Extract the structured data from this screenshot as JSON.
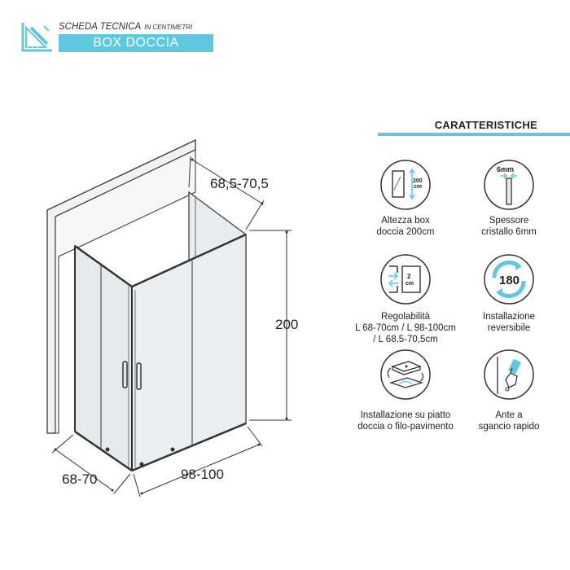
{
  "header": {
    "title": "SCHEDA TECNICA",
    "unit": "IN CENTIMETRI",
    "product": "BOX DOCCIA",
    "accent_color": "#5ec8e0"
  },
  "dimensions": {
    "depth_top": "68,5-70,5",
    "height": "200",
    "side_bottom": "68-70",
    "front_width": "98-100"
  },
  "features": {
    "title": "CARATTERISTICHE",
    "items": [
      {
        "icon": "height-icon",
        "lines": [
          "Altezza box",
          "doccia 200cm"
        ]
      },
      {
        "icon": "glass-thickness-icon",
        "lines": [
          "Spessore",
          "cristallo 6mm"
        ]
      },
      {
        "icon": "adjustable-icon",
        "lines": [
          "Regolabilità",
          "L 68-70cm / L 98-100cm",
          "/ L 68,5-70,5cm"
        ]
      },
      {
        "icon": "reversible-icon",
        "lines": [
          "Installazione",
          "reversibile"
        ]
      },
      {
        "icon": "tray-icon",
        "lines": [
          "Installazione su piatto",
          "doccia o filo-pavimento"
        ]
      },
      {
        "icon": "quick-release-icon",
        "lines": [
          "Ante a",
          "sgancio rapido"
        ]
      }
    ],
    "icon_texts": {
      "height": "200\ncm",
      "thickness": "6mm",
      "adjust": "2\ncm",
      "rotation": "180"
    }
  }
}
